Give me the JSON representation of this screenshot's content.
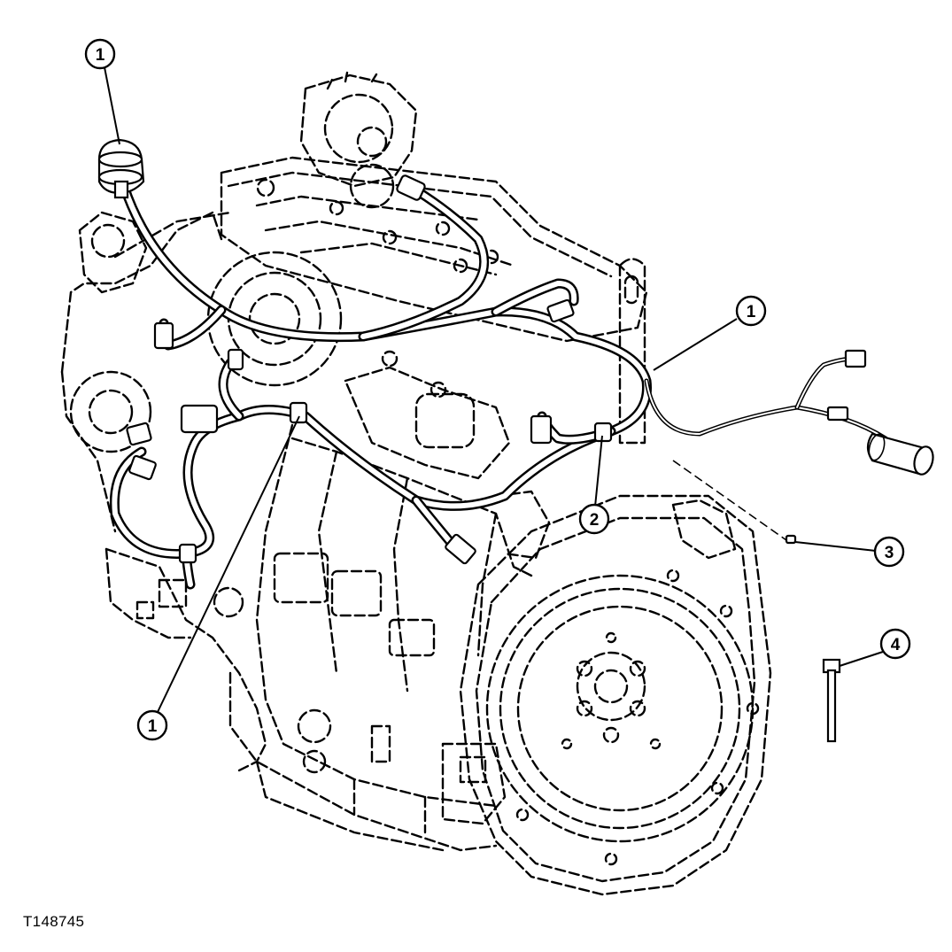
{
  "figure_id": "T148745",
  "callouts": [
    {
      "id": "callout-1-top",
      "label": "1"
    },
    {
      "id": "callout-1-right",
      "label": "1"
    },
    {
      "id": "callout-1-bottom",
      "label": "1"
    },
    {
      "id": "callout-2",
      "label": "2"
    },
    {
      "id": "callout-3",
      "label": "3"
    },
    {
      "id": "callout-4",
      "label": "4"
    }
  ]
}
